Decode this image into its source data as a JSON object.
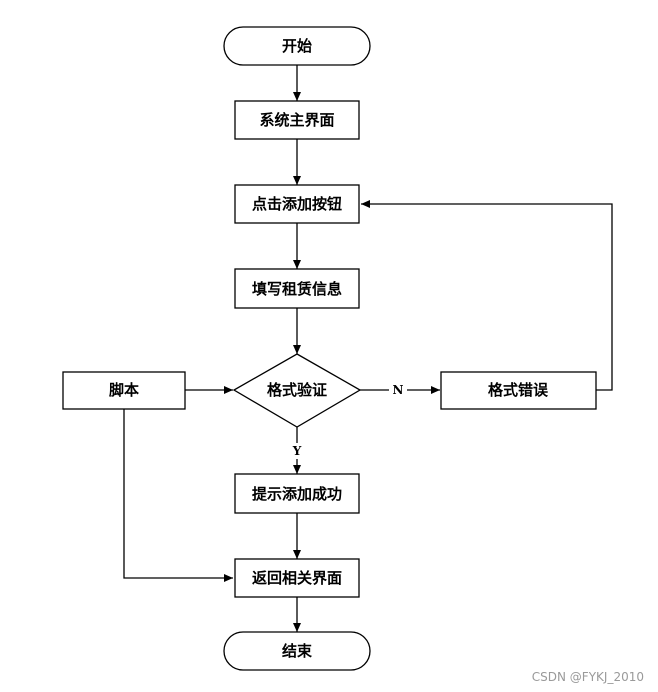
{
  "nodes": {
    "start": "开始",
    "main_ui": "系统主界面",
    "click_add": "点击添加按钮",
    "fill_info": "填写租赁信息",
    "script": "脚本",
    "validate": "格式验证",
    "format_error": "格式错误",
    "add_success": "提示添加成功",
    "return_ui": "返回相关界面",
    "end": "结束"
  },
  "edge_labels": {
    "no": "N",
    "yes": "Y"
  },
  "watermark": "CSDN @FYKJ_2010"
}
